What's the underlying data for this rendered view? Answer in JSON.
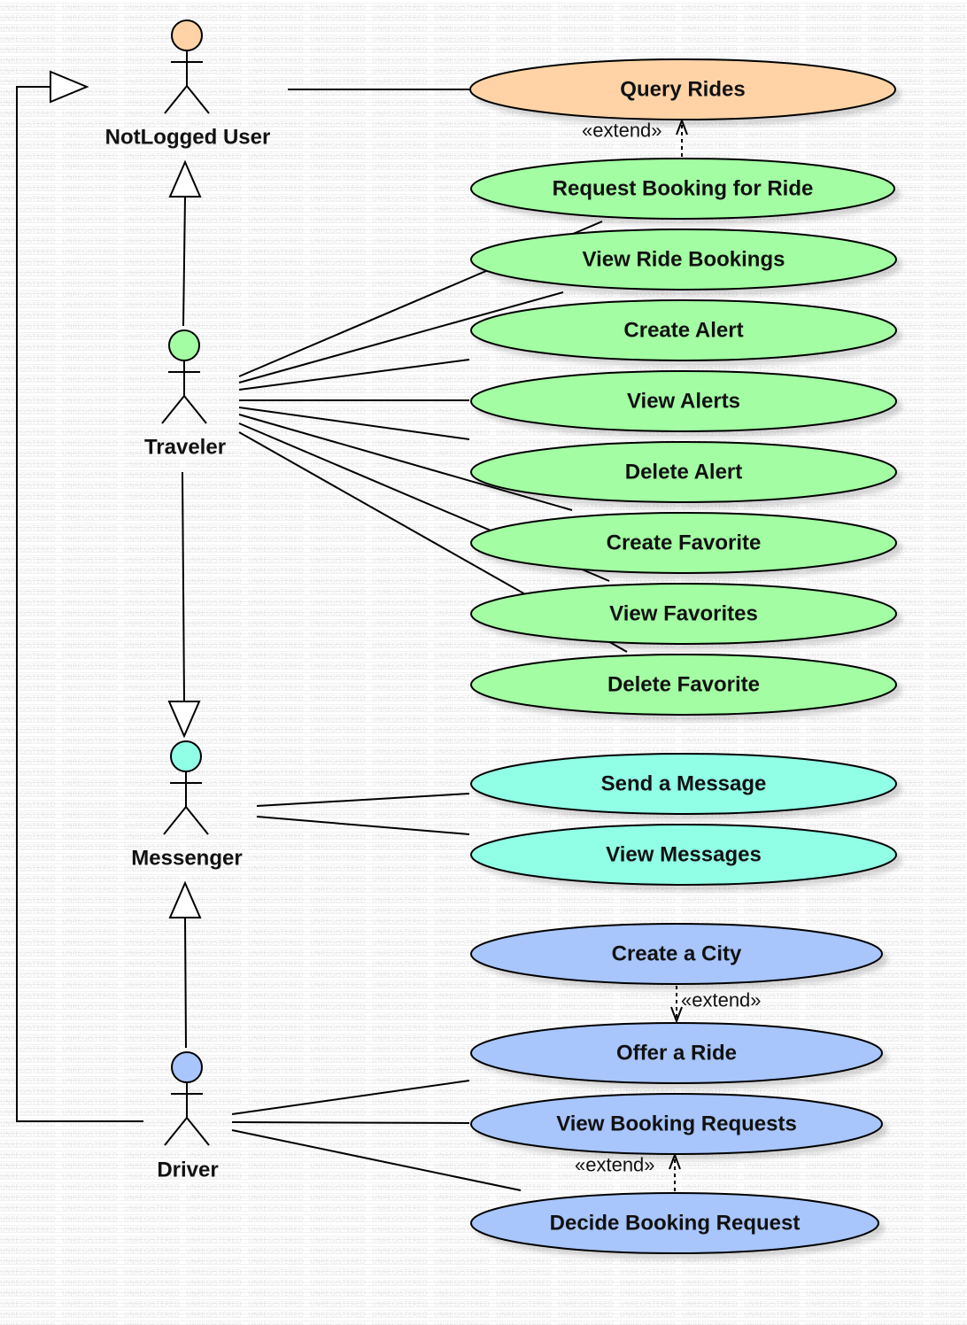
{
  "watermark": {
    "text": "UNREGISTERED"
  },
  "colors": {
    "orange": "#ffd3a6",
    "green": "#a3fea3",
    "cyan": "#91fee6",
    "blue": "#a8c5fc",
    "line": "#000000"
  },
  "actors": [
    {
      "id": "notlogged",
      "label": "NotLogged User",
      "color": "orange"
    },
    {
      "id": "traveler",
      "label": "Traveler",
      "color": "green"
    },
    {
      "id": "messenger",
      "label": "Messenger",
      "color": "cyan"
    },
    {
      "id": "driver",
      "label": "Driver",
      "color": "blue"
    }
  ],
  "use_cases": [
    {
      "id": "query-rides",
      "label": "Query Rides",
      "color": "orange"
    },
    {
      "id": "request-booking",
      "label": "Request Booking for Ride",
      "color": "green"
    },
    {
      "id": "view-ride-bookings",
      "label": "View Ride Bookings",
      "color": "green"
    },
    {
      "id": "create-alert",
      "label": "Create Alert",
      "color": "green"
    },
    {
      "id": "view-alerts",
      "label": "View Alerts",
      "color": "green"
    },
    {
      "id": "delete-alert",
      "label": "Delete Alert",
      "color": "green"
    },
    {
      "id": "create-favorite",
      "label": "Create Favorite",
      "color": "green"
    },
    {
      "id": "view-favorites",
      "label": "View Favorites",
      "color": "green"
    },
    {
      "id": "delete-favorite",
      "label": "Delete Favorite",
      "color": "green"
    },
    {
      "id": "send-message",
      "label": "Send a Message",
      "color": "cyan"
    },
    {
      "id": "view-messages",
      "label": "View Messages",
      "color": "cyan"
    },
    {
      "id": "create-city",
      "label": "Create a City",
      "color": "blue"
    },
    {
      "id": "offer-ride",
      "label": "Offer a Ride",
      "color": "blue"
    },
    {
      "id": "view-booking-requests",
      "label": "View Booking Requests",
      "color": "blue"
    },
    {
      "id": "decide-booking-request",
      "label": "Decide Booking Request",
      "color": "blue"
    }
  ],
  "generalizations": [
    {
      "child": "traveler",
      "parent": "notlogged"
    },
    {
      "child": "traveler",
      "parent": "messenger"
    },
    {
      "child": "driver",
      "parent": "messenger"
    },
    {
      "child": "driver",
      "parent": "notlogged"
    }
  ],
  "associations": [
    {
      "actor": "notlogged",
      "use_case": "query-rides"
    },
    {
      "actor": "traveler",
      "use_case": "request-booking"
    },
    {
      "actor": "traveler",
      "use_case": "view-ride-bookings"
    },
    {
      "actor": "traveler",
      "use_case": "create-alert"
    },
    {
      "actor": "traveler",
      "use_case": "view-alerts"
    },
    {
      "actor": "traveler",
      "use_case": "delete-alert"
    },
    {
      "actor": "traveler",
      "use_case": "create-favorite"
    },
    {
      "actor": "traveler",
      "use_case": "view-favorites"
    },
    {
      "actor": "traveler",
      "use_case": "delete-favorite"
    },
    {
      "actor": "messenger",
      "use_case": "send-message"
    },
    {
      "actor": "messenger",
      "use_case": "view-messages"
    },
    {
      "actor": "driver",
      "use_case": "offer-ride"
    },
    {
      "actor": "driver",
      "use_case": "view-booking-requests"
    },
    {
      "actor": "driver",
      "use_case": "decide-booking-request"
    }
  ],
  "extends": [
    {
      "from": "request-booking",
      "to": "query-rides",
      "label": "«extend»"
    },
    {
      "from": "create-city",
      "to": "offer-ride",
      "label": "«extend»"
    },
    {
      "from": "decide-booking-request",
      "to": "view-booking-requests",
      "label": "«extend»"
    }
  ]
}
